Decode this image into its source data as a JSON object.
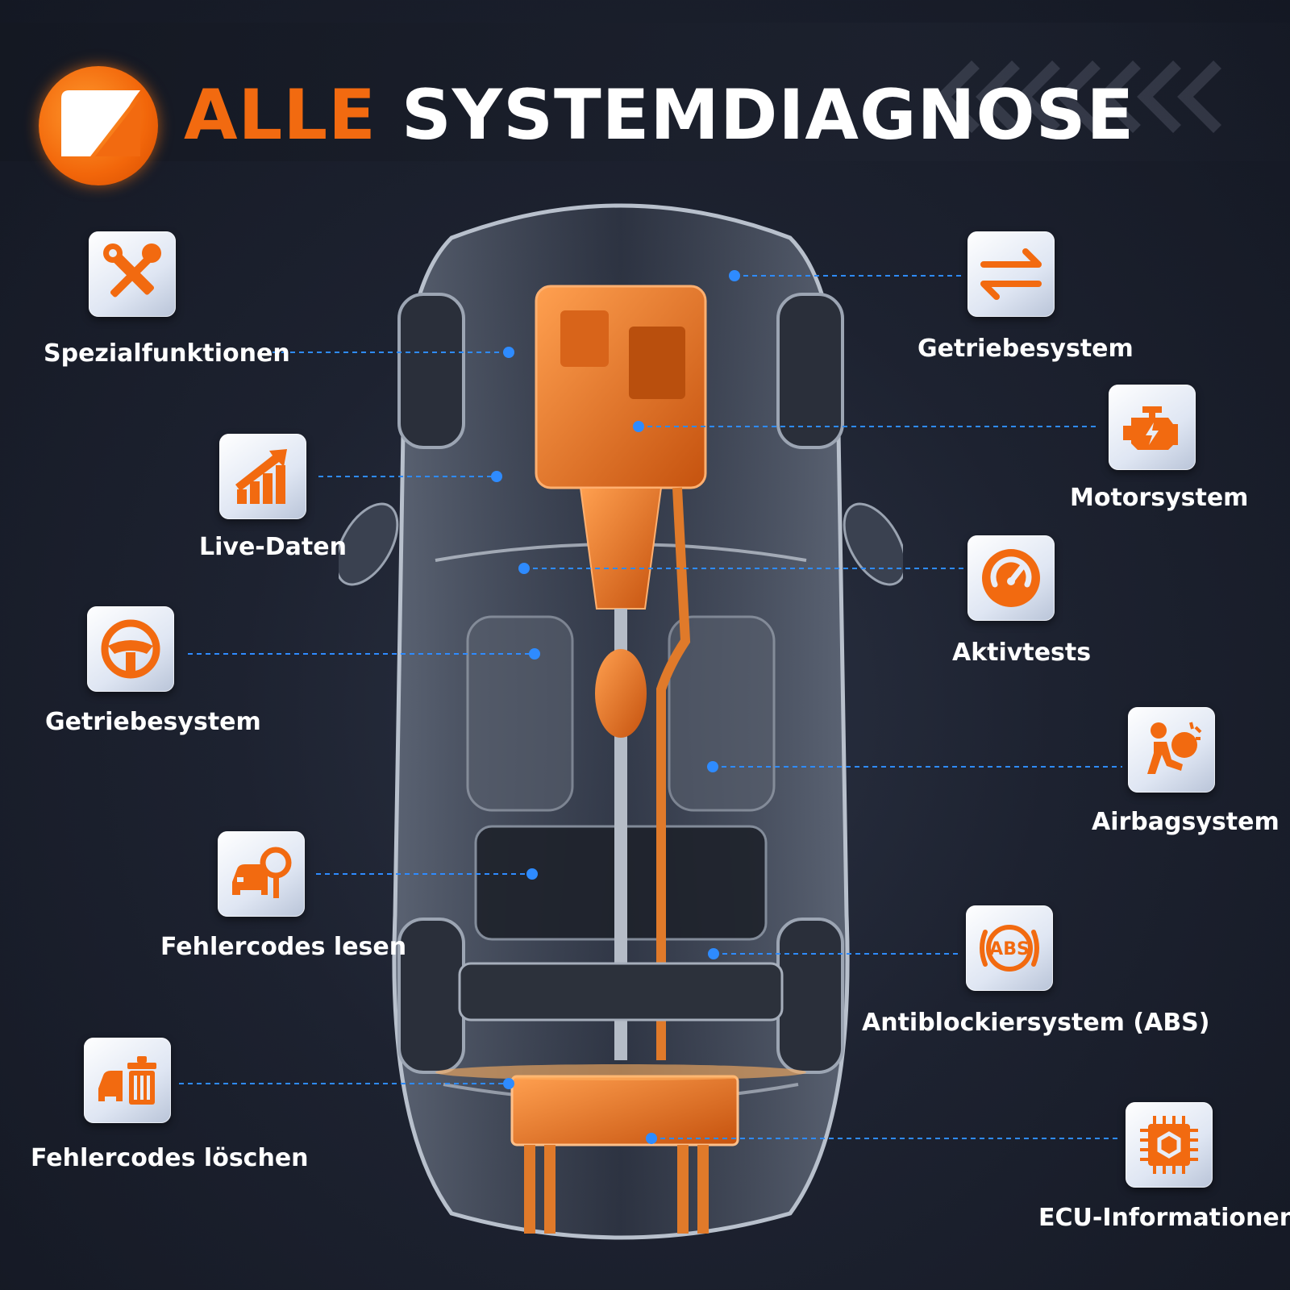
{
  "title": {
    "accent": "ALLE",
    "rest": "SYSTEMDIAGNOSE"
  },
  "colors": {
    "accent": "#f26a10",
    "connector": "#2e8bff",
    "background": "#1d2230"
  },
  "features": [
    {
      "label": "Spezialfunktionen",
      "icon": "tools-icon",
      "side": "left"
    },
    {
      "label": "Live-Daten",
      "icon": "rising-chart-icon",
      "side": "left"
    },
    {
      "label": "Getriebesystem",
      "icon": "steering-wheel-icon",
      "side": "left"
    },
    {
      "label": "Fehlercodes lesen",
      "icon": "car-magnifier-icon",
      "side": "left"
    },
    {
      "label": "Fehlercodes löschen",
      "icon": "car-trash-icon",
      "side": "left"
    },
    {
      "label": "Getriebesystem",
      "icon": "transmission-arrows-icon",
      "side": "right"
    },
    {
      "label": "Motorsystem",
      "icon": "engine-icon",
      "side": "right"
    },
    {
      "label": "Aktivtests",
      "icon": "gauge-icon",
      "side": "right"
    },
    {
      "label": "Airbagsystem",
      "icon": "airbag-icon",
      "side": "right"
    },
    {
      "label": "Antiblockiersystem (ABS)",
      "icon": "abs-icon",
      "side": "right"
    },
    {
      "label": "ECU-Informationen",
      "icon": "chip-icon",
      "side": "right"
    }
  ]
}
